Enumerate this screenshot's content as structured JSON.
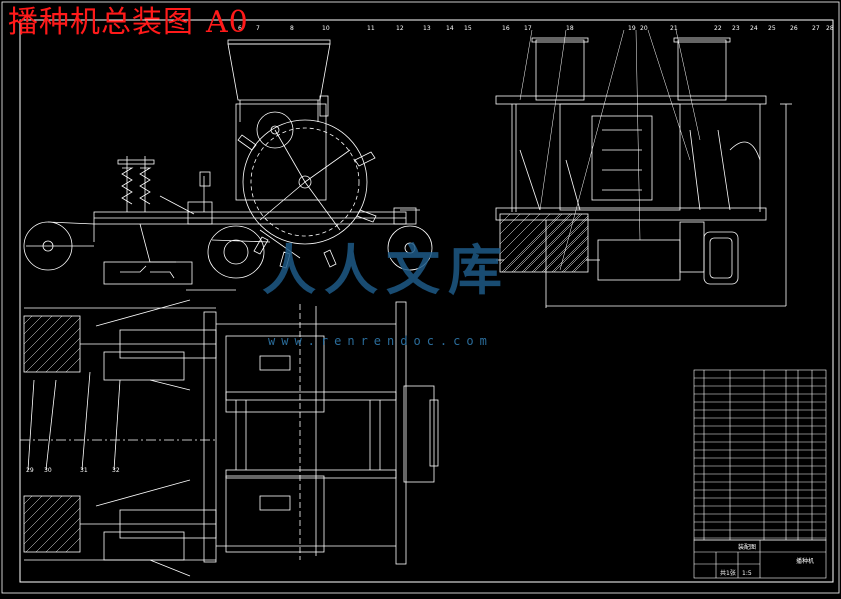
{
  "drawing": {
    "title": "播种机总装图",
    "sheet_size": "A0",
    "watermark_text": "人人文库",
    "watermark_url": "www.renrendoc.com",
    "colors": {
      "background": "#000000",
      "lines": "#ffffff",
      "title": "#ff1a1a",
      "watermark": "#1e5a86"
    },
    "top_callouts": [
      "6",
      "7",
      "8",
      "10",
      "11",
      "12",
      "13",
      "14",
      "15",
      "16",
      "17",
      "18",
      "19",
      "20",
      "21",
      "22",
      "23",
      "24",
      "25",
      "26",
      "27",
      "28"
    ],
    "bottom_callouts": [
      "29",
      "30",
      "31",
      "32"
    ],
    "title_block": {
      "name": "播种机",
      "drawing_label": "装配图",
      "scale": "1:5",
      "sheet": "共1张"
    }
  }
}
